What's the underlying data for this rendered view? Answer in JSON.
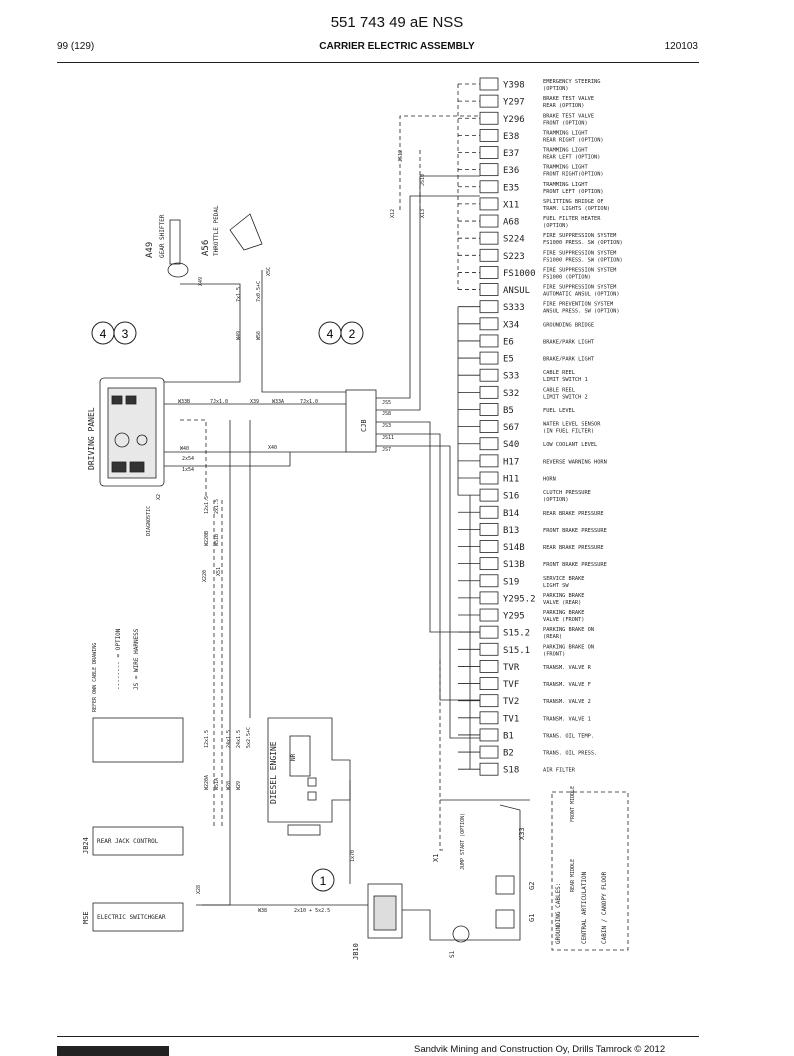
{
  "header": {
    "doc_number": "551 743 49 aE NSS",
    "page": "99 (129)",
    "title": "CARRIER ELECTRIC ASSEMBLY",
    "date": "120103"
  },
  "footer": {
    "text": "Sandvik Mining and Construction Oy, Drills Tamrock © 2012"
  },
  "diagram": {
    "components": [
      {
        "code": "Y398",
        "desc1": "EMERGENCY STEERING",
        "desc2": "(OPTION)"
      },
      {
        "code": "Y297",
        "desc1": "BRAKE TEST VALVE",
        "desc2": "REAR (OPTION)"
      },
      {
        "code": "Y296",
        "desc1": "BRAKE TEST VALVE",
        "desc2": "FRONT (OPTION)"
      },
      {
        "code": "E38",
        "desc1": "TRAMMING LIGHT",
        "desc2": "REAR RIGHT (OPTION)"
      },
      {
        "code": "E37",
        "desc1": "TRAMMING LIGHT",
        "desc2": "REAR LEFT (OPTION)"
      },
      {
        "code": "E36",
        "desc1": "TRAMMING LIGHT",
        "desc2": "FRONT RIGHT(OPTION)"
      },
      {
        "code": "E35",
        "desc1": "TRAMMING LIGHT",
        "desc2": "FRONT LEFT (OPTION)"
      },
      {
        "code": "X11",
        "desc1": "SPLITTING BRIDGE OF",
        "desc2": "TRAM. LIGHTS (OPTION)"
      },
      {
        "code": "A68",
        "desc1": "FUEL FILTER HEATER",
        "desc2": "(OPTION)"
      },
      {
        "code": "S224",
        "desc1": "FIRE SUPPRESSION SYSTEM",
        "desc2": "FS1000 PRESS. SW (OPTION)"
      },
      {
        "code": "S223",
        "desc1": "FIRE SUPPRESSION SYSTEM",
        "desc2": "FS1000 PRESS. SW (OPTION)"
      },
      {
        "code": "FS1000",
        "desc1": "FIRE SUPPRESSION SYSTEM",
        "desc2": "FS1000 (OPTION)"
      },
      {
        "code": "ANSUL",
        "desc1": "FIRE SUPPRESSION SYSTEM",
        "desc2": "AUTOMATIC ANSUL (OPTION)"
      },
      {
        "code": "S333",
        "desc1": "FIRE PREVENTION SYSTEM",
        "desc2": "ANSUL PRESS. SW (OPTION)"
      },
      {
        "code": "X34",
        "desc1": "GROUNDING BRIDGE",
        "desc2": ""
      },
      {
        "code": "E6",
        "desc1": "BRAKE/PARK LIGHT",
        "desc2": ""
      },
      {
        "code": "E5",
        "desc1": "BRAKE/PARK LIGHT",
        "desc2": ""
      },
      {
        "code": "S33",
        "desc1": "CABLE REEL",
        "desc2": "LIMIT SWITCH 1"
      },
      {
        "code": "S32",
        "desc1": "CABLE REEL",
        "desc2": "LIMIT SWITCH 2"
      },
      {
        "code": "B5",
        "desc1": "FUEL LEVEL",
        "desc2": ""
      },
      {
        "code": "S67",
        "desc1": "WATER LEVEL SENSOR",
        "desc2": "(IN FUEL FILTER)"
      },
      {
        "code": "S40",
        "desc1": "LOW COOLANT LEVEL",
        "desc2": ""
      },
      {
        "code": "H17",
        "desc1": "REVERSE WARNING HORN",
        "desc2": ""
      },
      {
        "code": "H11",
        "desc1": "HORN",
        "desc2": ""
      },
      {
        "code": "S16",
        "desc1": "CLUTCH PRESSURE",
        "desc2": "(OPTION)"
      },
      {
        "code": "B14",
        "desc1": "REAR BRAKE PRESSURE",
        "desc2": ""
      },
      {
        "code": "B13",
        "desc1": "FRONT BRAKE PRESSURE",
        "desc2": ""
      },
      {
        "code": "S14B",
        "desc1": "REAR BRAKE PRESSURE",
        "desc2": ""
      },
      {
        "code": "S13B",
        "desc1": "FRONT BRAKE PRESSURE",
        "desc2": ""
      },
      {
        "code": "S19",
        "desc1": "SERVICE BRAKE",
        "desc2": "LIGHT SW"
      },
      {
        "code": "Y295.2",
        "desc1": "PARKING BRAKE",
        "desc2": "VALVE (REAR)"
      },
      {
        "code": "Y295",
        "desc1": "PARKING BRAKE",
        "desc2": "VALVE (FRONT)"
      },
      {
        "code": "S15.2",
        "desc1": "PARKING BRAKE ON",
        "desc2": "(REAR)"
      },
      {
        "code": "S15.1",
        "desc1": "PARKING BRAKE ON",
        "desc2": "(FRONT)"
      },
      {
        "code": "TVR",
        "desc1": "TRANSM. VALVE R",
        "desc2": ""
      },
      {
        "code": "TVF",
        "desc1": "TRANSM. VALVE F",
        "desc2": ""
      },
      {
        "code": "TV2",
        "desc1": "TRANSM. VALVE 2",
        "desc2": ""
      },
      {
        "code": "TV1",
        "desc1": "TRANSM. VALVE 1",
        "desc2": ""
      },
      {
        "code": "B1",
        "desc1": "TRANS. OIL TEMP.",
        "desc2": ""
      },
      {
        "code": "B2",
        "desc1": "TRANS. OIL PRESS.",
        "desc2": ""
      },
      {
        "code": "S18",
        "desc1": "AIR FILTER",
        "desc2": ""
      }
    ],
    "labels": {
      "a49": "A49",
      "gear_shifter": "GEAR SHIFTER",
      "a56": "A56",
      "throttle_pedal": "THROTTLE PEDAL",
      "x49": "X49",
      "x5c": "X5C",
      "w49_gauge": "7x1.5",
      "w56_gauge": "7x0.5+C",
      "w49": "W49",
      "w56": "W56",
      "driving_panel": "DRIVING PANEL",
      "diagnostic": "DIAGNOSTIC",
      "x2": "X2",
      "w33b": "W33B",
      "w33b_g": "7Jx1.0",
      "x39": "X39",
      "w33a": "W33A",
      "w33a_g": "7Jx1.0",
      "w40": "W40",
      "g2x54": "2x54",
      "g1x54": "1x54",
      "x40": "X40",
      "cjb": "CJB",
      "js5": "JS5",
      "js8": "JS8",
      "js3": "JS3",
      "js11": "JS11",
      "js7": "JS7",
      "js12": "JS12",
      "js10": "JS10",
      "x12": "X12",
      "x13": "X13",
      "w220b": "W220B",
      "w220b_g": "12x1.5",
      "w51b": "W51B",
      "w51b_g": "2x1.5",
      "x51": "X51",
      "x220": "X220",
      "legend_option": "-------- = OPTION",
      "legend_js": "JS = WIRE HARNESS",
      "refer": "REFER OWN CABLE DRAWING",
      "w220a": "W220A",
      "w220a_g": "12x1.5",
      "w51a": "W51A",
      "w51a_g": "24x1.5",
      "w28": "W28",
      "w28_g": "24x1.5",
      "w29": "W29",
      "w29_g": "5x2.5+C",
      "diesel_engine": "DIESEL ENGINE",
      "nr": "NR",
      "jb24": "JB24",
      "rear_jack": "REAR JACK CONTROL",
      "mse": "MSE",
      "elec_switch": "ELECTRIC SWITCHGEAR",
      "x28": "X28",
      "w38": "W38",
      "w38_g": "2x10 + 5x2.5",
      "w70": "1x70",
      "x1": "X1",
      "jump_start": "JUMP START (OPTION)",
      "jb10": "JB10",
      "s1": "S1",
      "g1": "G1",
      "g2": "G2",
      "x33": "X33",
      "grounding_cables": "GROUNDING CABLES:",
      "rear_middle": "REAR MIDDLE",
      "front_middle": "FRONT MIDDLE",
      "central_artic": "CENTRAL ARTICULATION",
      "cabin_floor": "CABIN / CANOPY FLOOR",
      "c1": "1",
      "c2": "2",
      "c3": "3",
      "c4a": "4",
      "c4b": "4"
    }
  }
}
